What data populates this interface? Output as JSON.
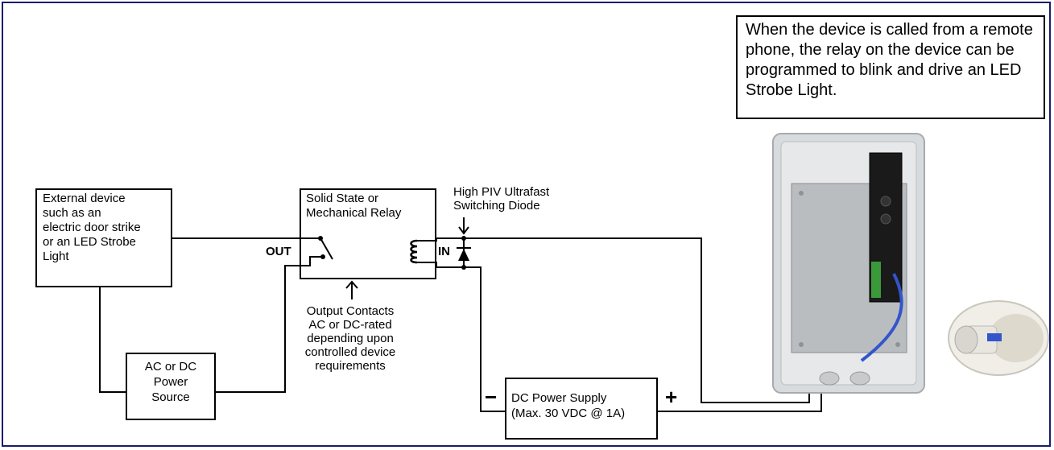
{
  "callout": {
    "text": "When the device is called from a remote phone, the relay on the device can be programmed to blink and drive an LED Strobe Light."
  },
  "external_device": {
    "lines": [
      "External device",
      "such as an",
      "electric door strike",
      "or an LED Strobe",
      "Light"
    ]
  },
  "relay": {
    "lines": [
      "Solid State or",
      "Mechanical Relay"
    ],
    "out_label": "OUT",
    "in_label": "IN"
  },
  "diode": {
    "lines": [
      "High PIV Ultrafast",
      "Switching Diode"
    ]
  },
  "output_contacts": {
    "lines": [
      "Output Contacts",
      "AC or DC-rated",
      "depending upon",
      "controlled device",
      "requirements"
    ]
  },
  "power_source": {
    "lines": [
      "AC or DC",
      "Power",
      "Source"
    ]
  },
  "power_supply": {
    "lines": [
      "DC Power Supply",
      "(Max. 30 VDC @ 1A)"
    ],
    "minus": "−",
    "plus": "+"
  },
  "icons": [
    "enclosure-photo",
    "horn-speaker-photo",
    "relay-coil-icon",
    "diode-icon",
    "switch-contact-icon"
  ],
  "colors": {
    "frame": "#1a1a6e",
    "cable": "#3355cc",
    "terminal": "#3a9a3a"
  }
}
